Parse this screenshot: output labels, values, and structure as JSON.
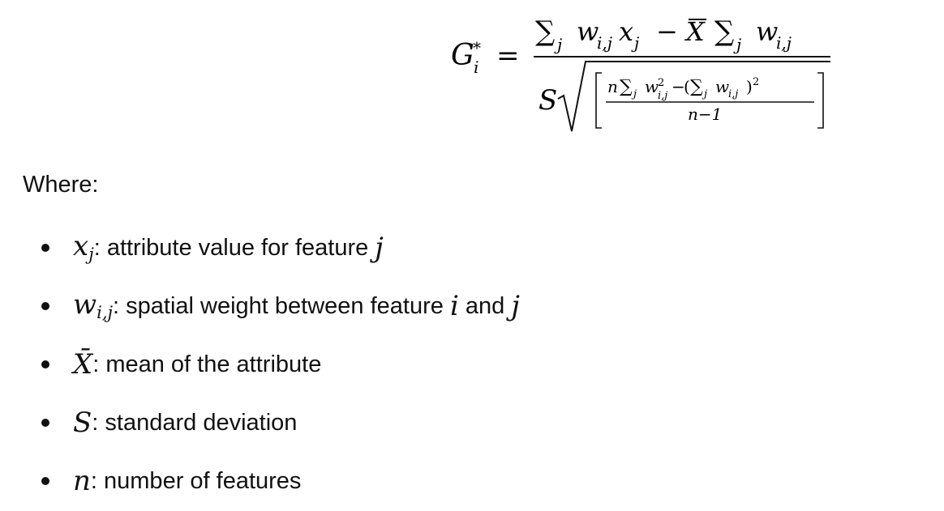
{
  "formula": {
    "lhs_base": "G",
    "lhs_sup": "*",
    "lhs_sub": "i",
    "equals": "=",
    "num_sigma1": "∑",
    "num_sigma1_sub": "j",
    "num_w": "w",
    "num_w_sub": "i,j",
    "num_x": "x",
    "num_x_sub": "j",
    "num_minus": "−",
    "num_xbar": "X",
    "num_sigma2": "∑",
    "num_sigma2_sub": "j",
    "num_w2": "w",
    "num_w2_sub": "i,j",
    "den_s": "S",
    "den_inner_n": "n",
    "den_inner_sigma": "∑",
    "den_inner_sigma_sub": "j",
    "den_inner_w": "w",
    "den_inner_w_sup": "2",
    "den_inner_w_sub": "i,j",
    "den_inner_minus": "−",
    "den_inner_paren_open": "(",
    "den_inner_sigma2": "∑",
    "den_inner_sigma2_sub": "j",
    "den_inner_w2": "w",
    "den_inner_w2_sub": "i,j",
    "den_inner_paren_close": ")",
    "den_inner_sq": "2",
    "den_inner_denominator": "n−1"
  },
  "where_label": "Where:",
  "definitions": [
    {
      "symbol": "x",
      "sub": "j",
      "text": ": attribute value for feature ",
      "tail_var": "j",
      "tail_text": ""
    },
    {
      "symbol": "w",
      "sub": "i,j",
      "text": ": spatial weight between feature ",
      "tail_var": "i",
      "tail_text": " and ",
      "tail_var2": "j"
    },
    {
      "symbol": "X̄",
      "sub": "",
      "text": ": mean of the attribute"
    },
    {
      "symbol": "S",
      "sub": "",
      "text": ": standard deviation"
    },
    {
      "symbol": "n",
      "sub": "",
      "text": ": number of features"
    }
  ]
}
